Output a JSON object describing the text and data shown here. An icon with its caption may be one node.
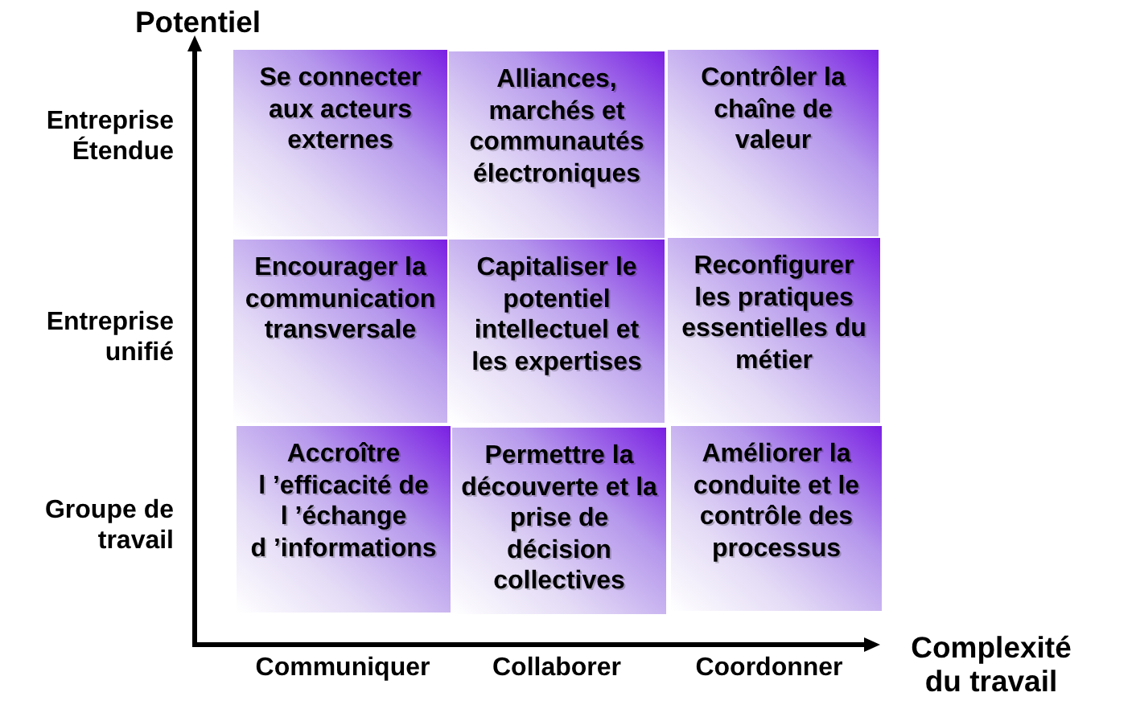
{
  "diagram": {
    "nodes": [
      {
        "text": [
          "Se connecter aux acteurs externes"
        ]
      },
      {
        "text": [
          "Alliances, marchés et communautés électroniques"
        ]
      },
      {
        "text": [
          "Contrôler la chaîne de valeur"
        ]
      },
      {
        "text": [
          "Encourager la communication transversale"
        ]
      },
      {
        "text": [
          "Capitaliser le potentiel intellectuel et les expertises"
        ]
      },
      {
        "text": [
          "Reconfigurer les pratiques essentielles du métier"
        ]
      },
      {
        "text": [
          "Accroître l ’efficacité de l ’échange d ’informations"
        ]
      },
      {
        "text": [
          "Permettre la découverte et la prise de décision collectives"
        ]
      },
      {
        "text": [
          "Améliorer la conduite et le contrôle des processus"
        ]
      }
    ],
    "labels": [
      "Potentiel",
      "Entreprise Étendue",
      "Entreprise unifié",
      "Groupe de travail",
      "Communiquer",
      "Collaborer",
      "Coordonner",
      "Complexité du travail"
    ]
  }
}
